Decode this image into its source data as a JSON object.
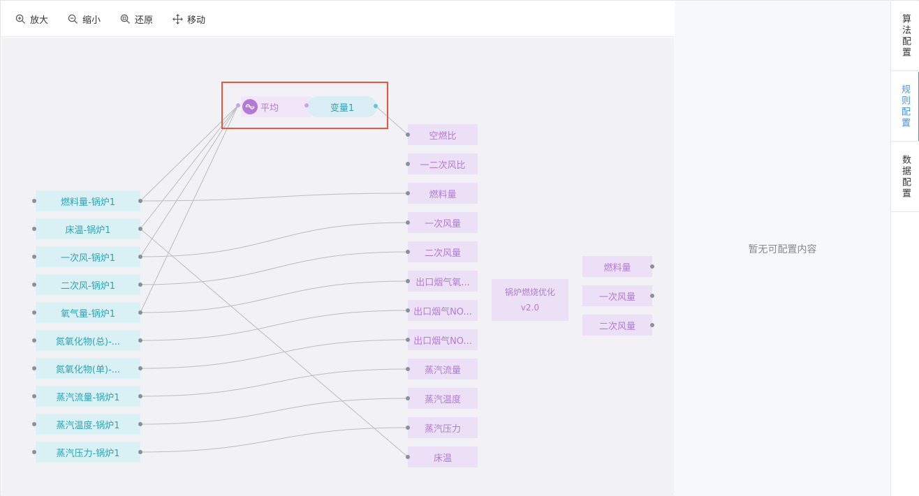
{
  "toolbar": {
    "zoom_in": "放大",
    "zoom_out": "缩小",
    "reset": "还原",
    "move": "移动"
  },
  "sources": [
    "燃料量-锅炉1",
    "床温-锅炉1",
    "一次风-锅炉1",
    "二次风-锅炉1",
    "氧气量-锅炉1",
    "氮氧化物(总)-...",
    "氮氧化物(单)-...",
    "蒸汽流量-锅炉1",
    "蒸汽温度-锅炉1",
    "蒸汽压力-锅炉1"
  ],
  "targets": [
    "空燃比",
    "一二次风比",
    "燃料量",
    "一次风量",
    "二次风量",
    "出口烟气氧...",
    "出口烟气NO...",
    "出口烟气NO...",
    "蒸汽流量",
    "蒸汽温度",
    "蒸汽压力",
    "床温"
  ],
  "model": {
    "name": "锅炉燃烧优化",
    "version": "v2.0"
  },
  "outputs": [
    "燃料量",
    "一次风量",
    "二次风量"
  ],
  "function_node": {
    "label": "平均",
    "icon": "average-icon"
  },
  "variable_node": {
    "label": "变量1"
  },
  "panel": {
    "empty_text": "暂无可配置内容"
  },
  "side_tabs": [
    {
      "label": "算法配置",
      "active": false
    },
    {
      "label": "规则配置",
      "active": true
    },
    {
      "label": "数据配置",
      "active": false
    }
  ],
  "colors": {
    "accent": "#4a90e2",
    "selection": "#e8563a",
    "source_bg": "#d9f0f4",
    "source_text": "#2aa5b7",
    "target_bg": "#ece0f6",
    "target_text": "#b27ad6"
  }
}
